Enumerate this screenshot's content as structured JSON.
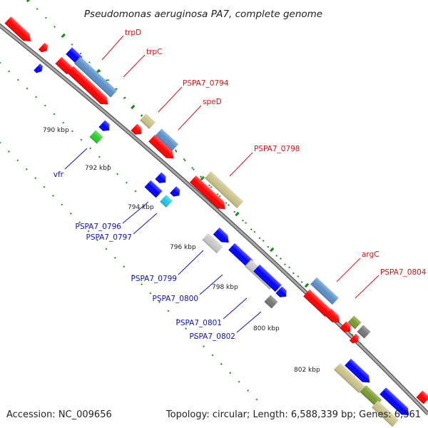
{
  "title": "Pseudomonas aeruginosa PA7, complete genome",
  "footer": {
    "accession": "Accession: NC_009656",
    "topology": "Topology: circular; Length: 6,588,339 bp; Genes: 6,361"
  },
  "colors": {
    "forward": "#ff0000",
    "reverse": "#0000ff",
    "steel": "#5b8fc8",
    "khaki": "#c9c28a",
    "green": "#2ecc2e",
    "cyan": "#22c6e8",
    "silver": "#c8c8c8",
    "gray": "#777777",
    "olive": "#7a9a30",
    "backbone": "#888888",
    "tick": "#1a8a1a"
  },
  "scale_labels": [
    "790 kbp",
    "792 kbp",
    "794 kbp",
    "796 kbp",
    "798 kbp",
    "800 kbp",
    "802 kbp"
  ],
  "gene_labels": [
    {
      "text": "trpD",
      "color": "red"
    },
    {
      "text": "trpC",
      "color": "red"
    },
    {
      "text": "PSPA7_0794",
      "color": "red"
    },
    {
      "text": "speD",
      "color": "red"
    },
    {
      "text": "PSPA7_0798",
      "color": "red"
    },
    {
      "text": "argC",
      "color": "red"
    },
    {
      "text": "PSPA7_0804",
      "color": "red"
    },
    {
      "text": "vfr",
      "color": "blue"
    },
    {
      "text": "PSPA7_0796",
      "color": "blue"
    },
    {
      "text": "PSPA7_0797",
      "color": "blue"
    },
    {
      "text": "PSPA7_0799",
      "color": "blue"
    },
    {
      "text": "PSPA7_0800",
      "color": "blue"
    },
    {
      "text": "PSPA7_0801",
      "color": "blue"
    },
    {
      "text": "PSPA7_0802",
      "color": "blue"
    }
  ]
}
